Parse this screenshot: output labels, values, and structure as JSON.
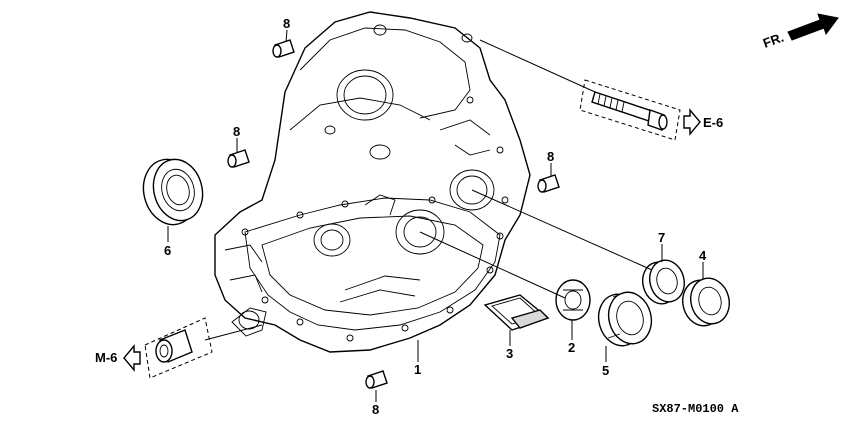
{
  "diagram": {
    "code": "SX87-M0100 A",
    "direction": "FR.",
    "refs": {
      "upper": "E-6",
      "lower": "M-6"
    },
    "callouts": [
      {
        "id": "c1",
        "text": "1"
      },
      {
        "id": "c2",
        "text": "2"
      },
      {
        "id": "c3",
        "text": "3"
      },
      {
        "id": "c4",
        "text": "4"
      },
      {
        "id": "c5",
        "text": "5"
      },
      {
        "id": "c6",
        "text": "6"
      },
      {
        "id": "c7",
        "text": "7"
      },
      {
        "id": "c8a",
        "text": "8"
      },
      {
        "id": "c8b",
        "text": "8"
      },
      {
        "id": "c8c",
        "text": "8"
      },
      {
        "id": "c8d",
        "text": "8"
      }
    ]
  }
}
